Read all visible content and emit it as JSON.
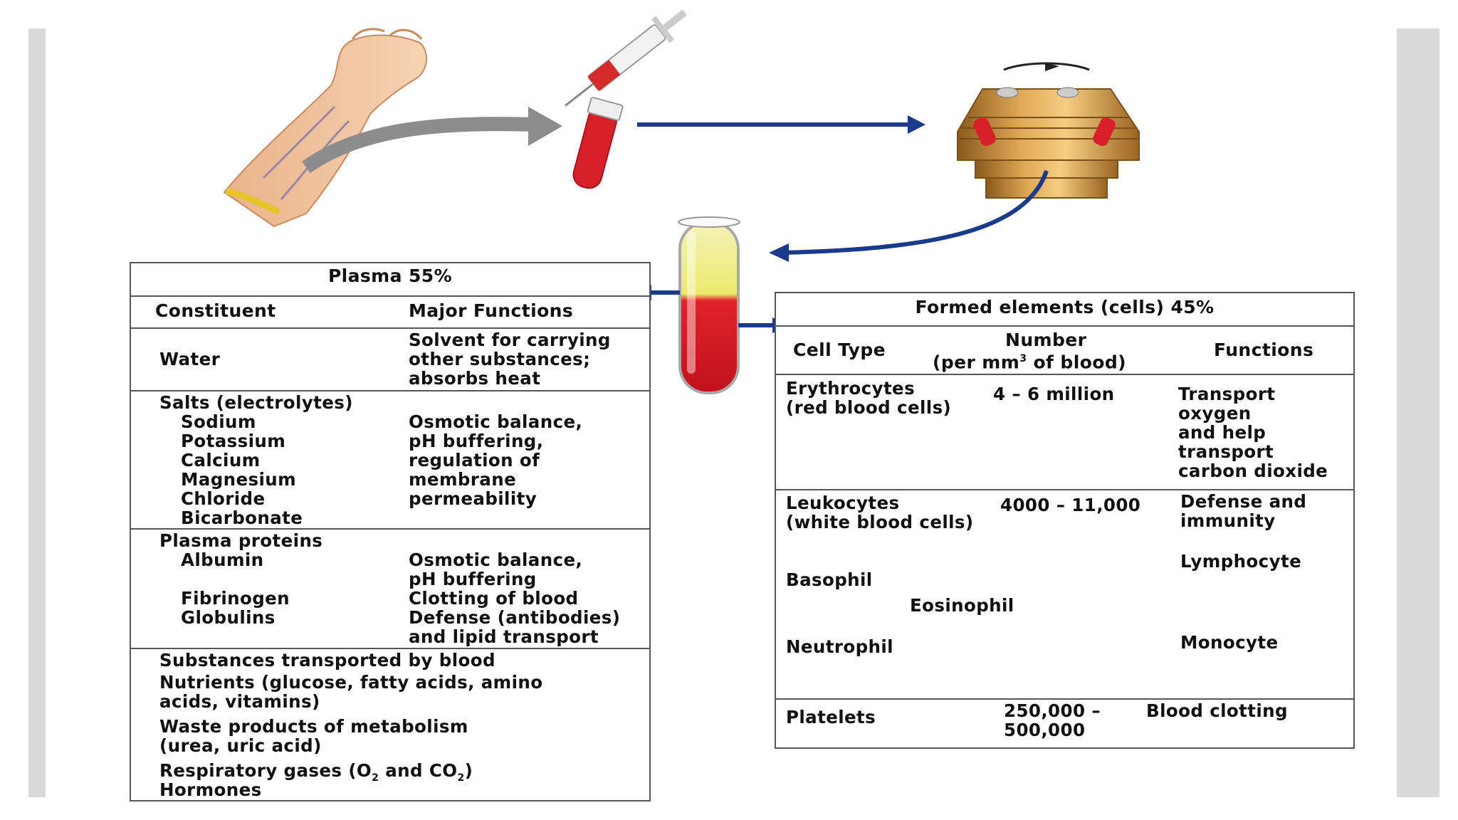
{
  "plasma": {
    "title": "Plasma 55%",
    "headers": {
      "constituent": "Constituent",
      "functions": "Major Functions"
    },
    "water": {
      "name": "Water",
      "functions": [
        "Solvent for carrying",
        "other substances;",
        "absorbs heat"
      ]
    },
    "salts": {
      "name": "Salts (electrolytes)",
      "items": [
        "Sodium",
        "Potassium",
        "Calcium",
        "Magnesium",
        "Chloride",
        "Bicarbonate"
      ],
      "functions": [
        "Osmotic balance,",
        "pH buffering,",
        "regulation of",
        "membrane",
        "permeability"
      ]
    },
    "proteins": {
      "name": "Plasma proteins",
      "albumin": "Albumin",
      "albumin_functions": [
        "Osmotic balance,",
        "pH buffering"
      ],
      "fibrinogen": "Fibrinogen",
      "fibrinogen_function": "Clotting of blood",
      "globulins": "Globulins",
      "globulins_functions": [
        "Defense (antibodies)",
        "and lipid transport"
      ]
    },
    "substances": {
      "title": "Substances transported by blood",
      "nutrients": [
        "Nutrients (glucose, fatty acids, amino",
        "acids, vitamins)"
      ],
      "waste": [
        "Waste products of metabolism",
        "(urea, uric acid)"
      ],
      "gases_prefix": "Respiratory gases (O",
      "gases_sub1": "2",
      "gases_mid": " and CO",
      "gases_sub2": "2",
      "gases_suffix": ")",
      "hormones": "Hormones"
    }
  },
  "formed": {
    "title": "Formed elements (cells) 45%",
    "headers": {
      "cell_type": "Cell Type",
      "number_line1": "Number",
      "number_prefix": "(per mm",
      "number_sup": "3",
      "number_suffix": " of blood)",
      "functions": "Functions"
    },
    "erythrocytes": {
      "name": "Erythrocytes",
      "alias": "(red blood cells)",
      "number": "4 – 6 million",
      "functions": [
        "Transport",
        "oxygen",
        "and help",
        "transport",
        "carbon dioxide"
      ]
    },
    "leukocytes": {
      "name": "Leukocytes",
      "alias": "(white blood cells)",
      "number": "4000 – 11,000",
      "functions": [
        "Defense and",
        "immunity"
      ],
      "cells": {
        "basophil": "Basophil",
        "eosinophil": "Eosinophil",
        "neutrophil": "Neutrophil",
        "lymphocyte": "Lymphocyte",
        "monocyte": "Monocyte"
      }
    },
    "platelets": {
      "name": "Platelets",
      "number": [
        "250,000 –",
        "500,000"
      ],
      "function": "Blood clotting"
    }
  },
  "colors": {
    "arrow_blue": "#1a3a8c",
    "arrow_gray": "#8c8c8c",
    "blood_red": "#d8202a",
    "plasma_yellow": "#f0ee8a"
  }
}
